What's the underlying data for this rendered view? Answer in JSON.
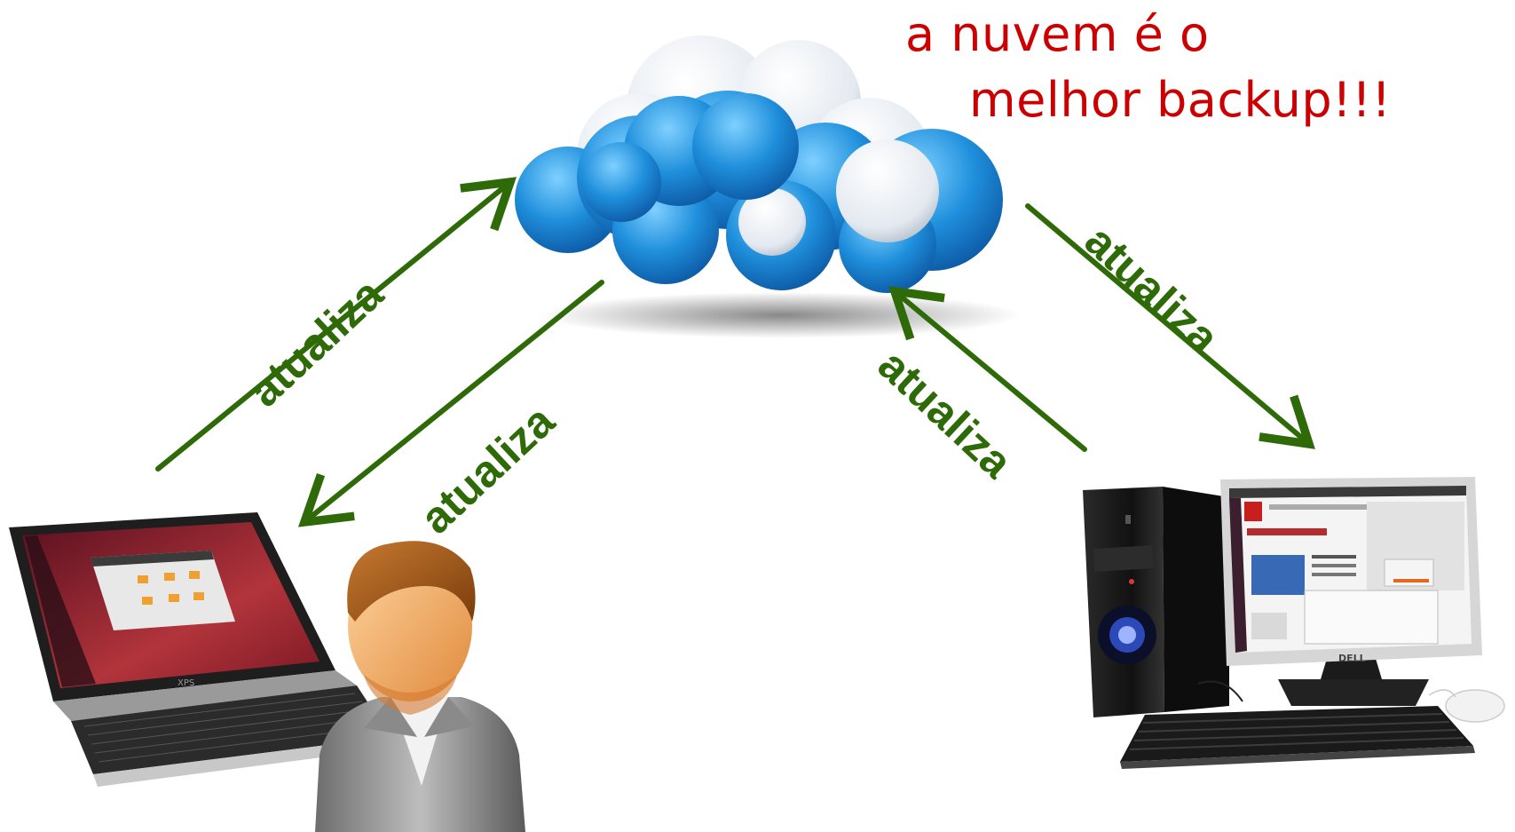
{
  "headline": {
    "line1": "a nuvem é o",
    "line2": "melhor backup!!!",
    "color": "#cc0000"
  },
  "arrows": {
    "color": "#2e6a08",
    "laptop_to_cloud": "atualiza",
    "cloud_to_user": "atualiza",
    "desktop_to_cloud": "atualiza",
    "cloud_to_desktop": "atualiza"
  },
  "nodes": {
    "cloud": "cloud-icon",
    "laptop": "laptop-icon",
    "user": "user-icon",
    "desktop": "desktop-computer-icon"
  },
  "laptop_brand": "XPS",
  "monitor_brand": "DELL"
}
